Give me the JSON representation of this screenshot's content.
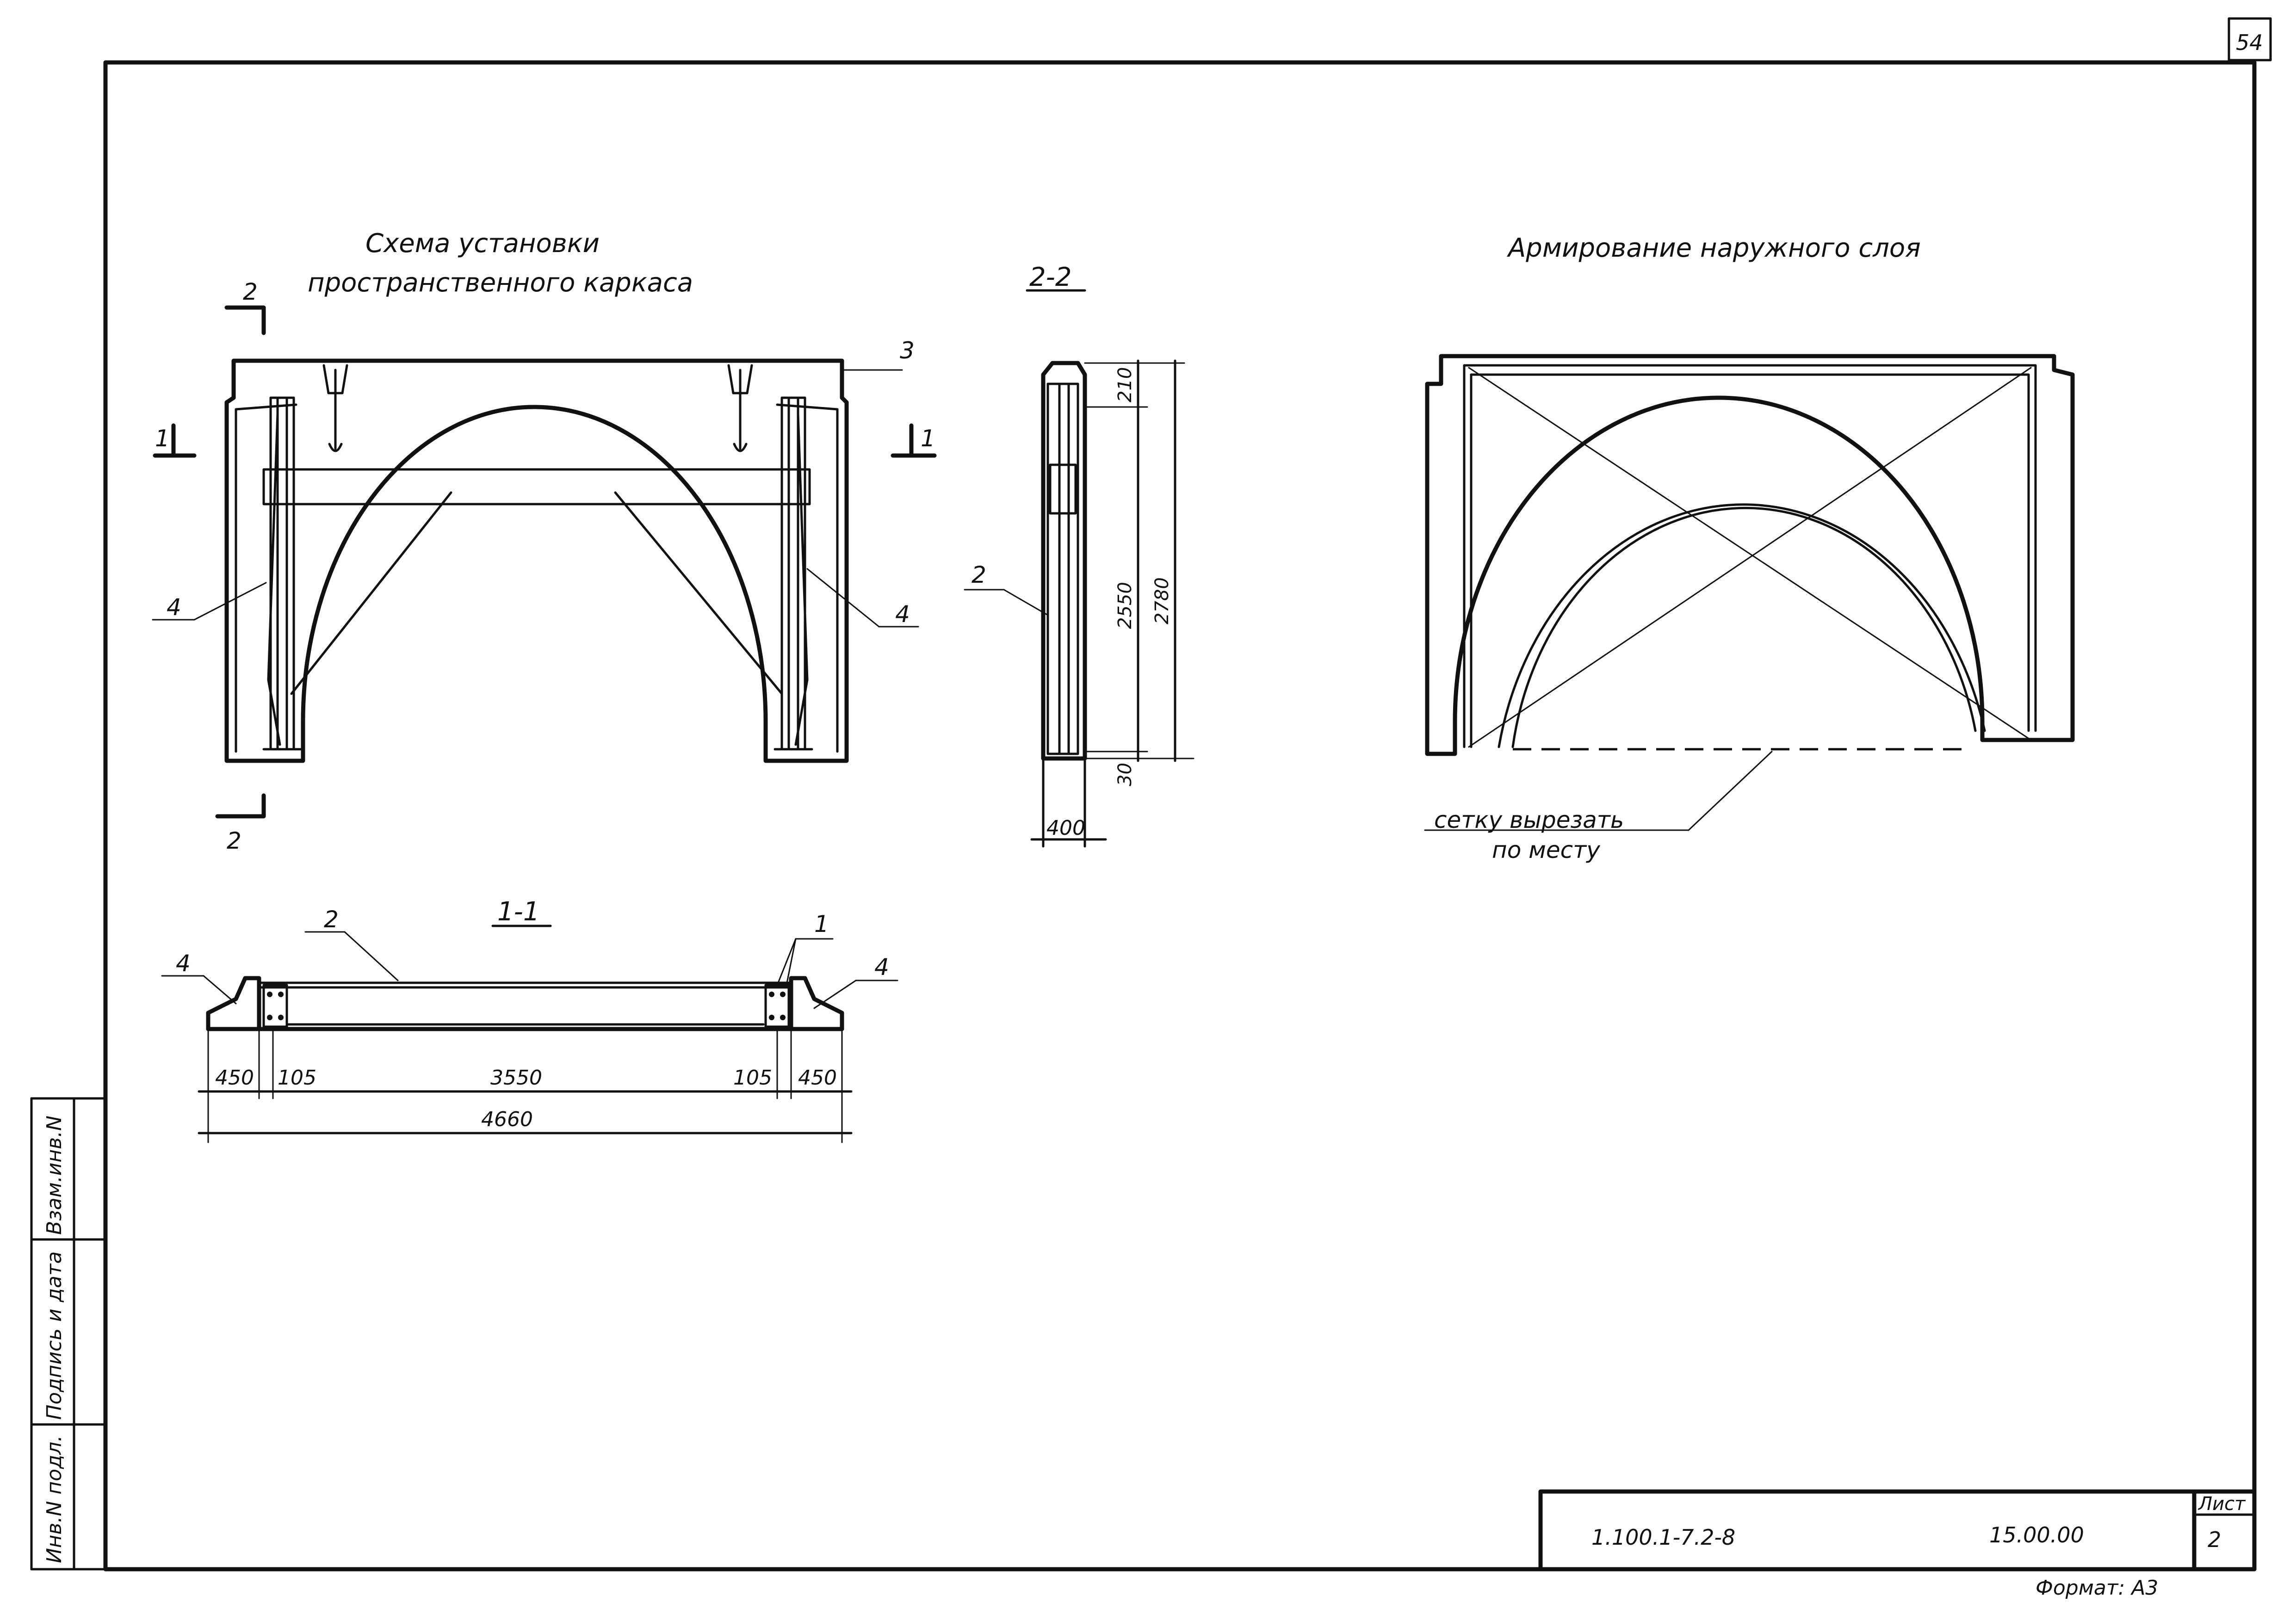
{
  "sheet_number_top": "54",
  "views": {
    "scheme": {
      "title_line1": "Схема установки",
      "title_line2": "пространственного каркаса"
    },
    "section_2_2": {
      "title": "2-2"
    },
    "reinforcement": {
      "title": "Армирование наружного слоя"
    },
    "section_1_1": {
      "title": "1-1"
    }
  },
  "callouts": {
    "c2": "2",
    "c3": "3",
    "c4": "4",
    "c1": "1"
  },
  "section_marks": {
    "s1": "1",
    "s2": "2"
  },
  "dimensions": {
    "d210": "210",
    "d2550": "2550",
    "d2780": "2780",
    "d30": "30",
    "d400": "400",
    "d450": "450",
    "d105": "105",
    "d3550": "3550",
    "d4660": "4660"
  },
  "note": {
    "line1": "сетку вырезать",
    "line2": "по месту"
  },
  "side_stamp": {
    "col1": "Инв.N подл.",
    "col2": "Подпись и дата",
    "col3": "Взам.инв.N"
  },
  "title_block": {
    "document_code": "1.100.1-7.2-8",
    "mark": "15.00.00",
    "sheet_label": "Лист",
    "sheet_number": "2"
  },
  "format_note": "Формат: А3"
}
